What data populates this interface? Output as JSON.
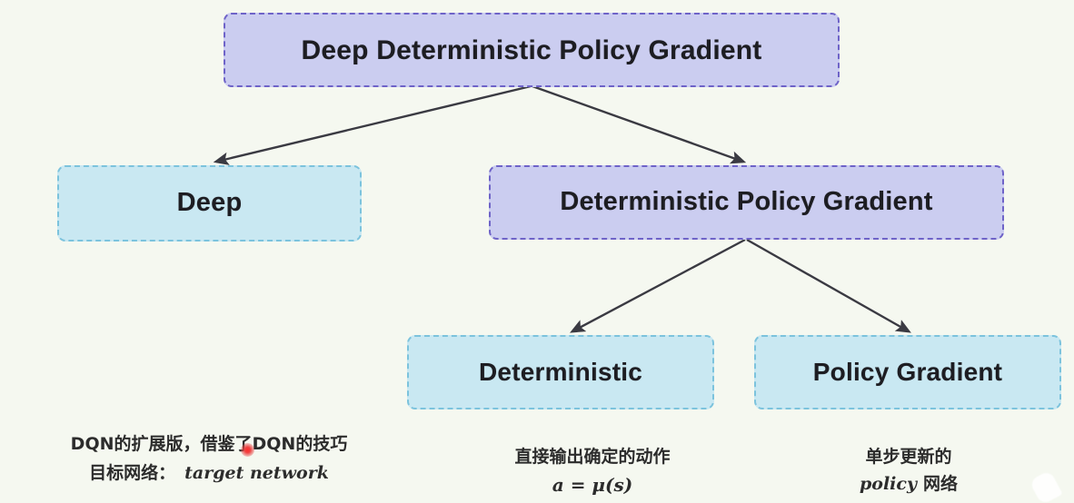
{
  "diagram": {
    "title": "Deep Deterministic Policy Gradient",
    "nodes": {
      "root": {
        "label": "Deep Deterministic Policy Gradient",
        "fill": "#cbcdf0",
        "border": "#6e63c8",
        "style": "dashed"
      },
      "deep": {
        "label": "Deep",
        "fill": "#c9e8f2",
        "border": "#7cc3dd",
        "style": "dashed"
      },
      "dpg": {
        "label": "Deterministic Policy Gradient",
        "fill": "#cbcdf0",
        "border": "#6e63c8",
        "style": "dashed"
      },
      "deterministic": {
        "label": "Deterministic",
        "fill": "#c9e8f2",
        "border": "#7cc3dd",
        "style": "dashed"
      },
      "policy_gradient": {
        "label": "Policy Gradient",
        "fill": "#c9e8f2",
        "border": "#7cc3dd",
        "style": "dashed"
      }
    },
    "edges": [
      {
        "from": "root",
        "to": "deep"
      },
      {
        "from": "root",
        "to": "dpg"
      },
      {
        "from": "dpg",
        "to": "deterministic"
      },
      {
        "from": "dpg",
        "to": "policy_gradient"
      }
    ],
    "captions": {
      "deep": {
        "line1": "DQN的扩展版，借鉴了DQN的技巧",
        "line2_prefix": "目标网络：",
        "line2_math": "target network"
      },
      "deterministic": {
        "line1": "直接输出确定的动作",
        "line2_math": "a = μ(s)"
      },
      "policy_gradient": {
        "line1": "单步更新的",
        "line2_math": "policy",
        "line2_suffix": "网络"
      }
    },
    "annotations": {
      "laser_pointer": "red-laser-dot",
      "corner_cursor": "mouse-cursor"
    },
    "colors": {
      "background": "#f5f8f0",
      "arrow": "#3a3a42",
      "text": "#1d1d22",
      "laser": "#ff2d2d"
    }
  }
}
